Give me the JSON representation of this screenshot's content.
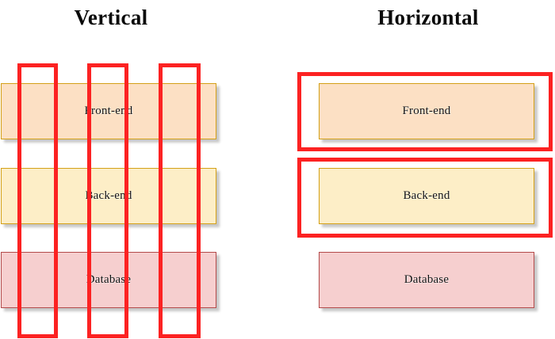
{
  "diagram": {
    "type": "scaling-comparison",
    "background_color": "#ffffff",
    "highlight_color": "#fc2222",
    "panels": [
      {
        "id": "vertical",
        "title": "Vertical",
        "highlight_orientation": "vertical",
        "highlight_count": 3,
        "tiers": [
          {
            "label": "Front-end",
            "fill": "#fce0c4",
            "border": "#d4a017"
          },
          {
            "label": "Back-end",
            "fill": "#fdeec7",
            "border": "#d4a017"
          },
          {
            "label": "Database",
            "fill": "#f6cfcf",
            "border": "#b34a4a"
          }
        ]
      },
      {
        "id": "horizontal",
        "title": "Horizontal",
        "highlight_orientation": "horizontal",
        "highlight_count": 2,
        "tiers": [
          {
            "label": "Front-end",
            "fill": "#fce0c4",
            "border": "#d4a017"
          },
          {
            "label": "Back-end",
            "fill": "#fdeec7",
            "border": "#d4a017"
          },
          {
            "label": "Database",
            "fill": "#f6cfcf",
            "border": "#b34a4a"
          }
        ]
      }
    ]
  }
}
